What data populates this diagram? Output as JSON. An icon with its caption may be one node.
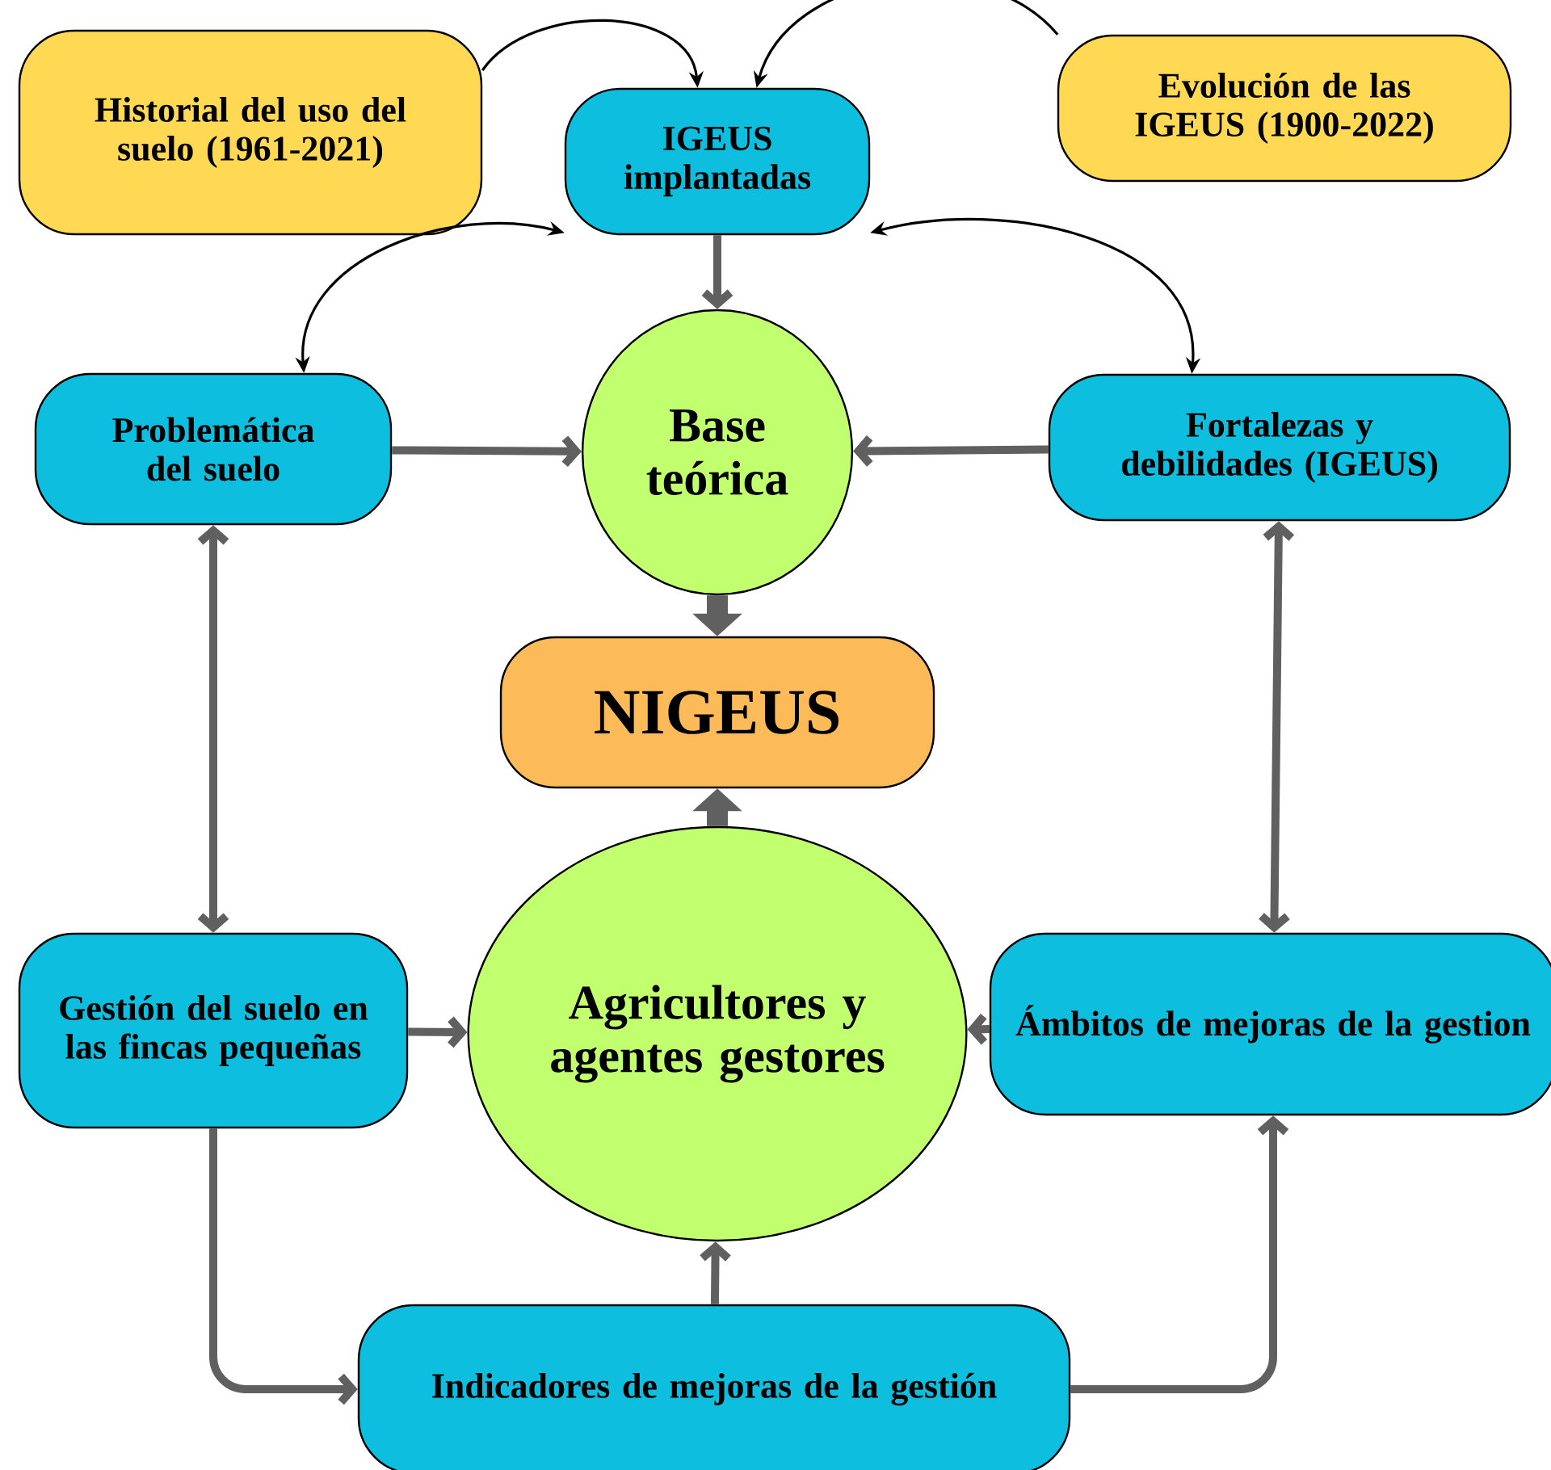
{
  "diagram": {
    "nodes": [
      {
        "text": [
          "Historial del uso del suelo (1961-2021)"
        ]
      },
      {
        "text": [
          "IGEUS implantadas"
        ]
      },
      {
        "text": [
          "Evolución de las IGEUS (1900-2022)"
        ]
      },
      {
        "text": [
          "Problemática del suelo"
        ]
      },
      {
        "text": [
          "Base teórica"
        ]
      },
      {
        "text": [
          "Fortalezas y debilidades (IGEUS)"
        ]
      },
      {
        "text": [
          "NIGEUS"
        ]
      },
      {
        "text": [
          "Gestión del suelo en las fincas pequeñas"
        ]
      },
      {
        "text": [
          "Agricultores y agentes gestores"
        ]
      },
      {
        "text": [
          "Ámbitos de mejoras de la gestion"
        ]
      },
      {
        "text": [
          "Indicadores de mejoras de la gestión"
        ]
      }
    ],
    "edges": [
      {
        "from": 0,
        "to": 1,
        "arrow": "to",
        "color": "#000000"
      },
      {
        "from": 2,
        "to": 1,
        "arrow": "to",
        "color": "#000000"
      },
      {
        "from": 1,
        "to": 3,
        "arrow": "both",
        "color": "#000000"
      },
      {
        "from": 1,
        "to": 5,
        "arrow": "both",
        "color": "#000000"
      },
      {
        "from": 1,
        "to": 4,
        "arrow": "to"
      },
      {
        "from": 3,
        "to": 4,
        "arrow": "to"
      },
      {
        "from": 5,
        "to": 4,
        "arrow": "to"
      },
      {
        "from": 4,
        "to": 6,
        "arrow": "to",
        "style": "thick"
      },
      {
        "from": 8,
        "to": 6,
        "arrow": "to",
        "style": "thick"
      },
      {
        "from": 3,
        "to": 7,
        "arrow": "both"
      },
      {
        "from": 5,
        "to": 9,
        "arrow": "both"
      },
      {
        "from": 7,
        "to": 8,
        "arrow": "to"
      },
      {
        "from": 9,
        "to": 8,
        "arrow": "to"
      },
      {
        "from": 10,
        "to": 8,
        "arrow": "to"
      },
      {
        "from": 7,
        "to": 10,
        "arrow": "to"
      },
      {
        "from": 10,
        "to": 9,
        "arrow": "to"
      }
    ]
  }
}
